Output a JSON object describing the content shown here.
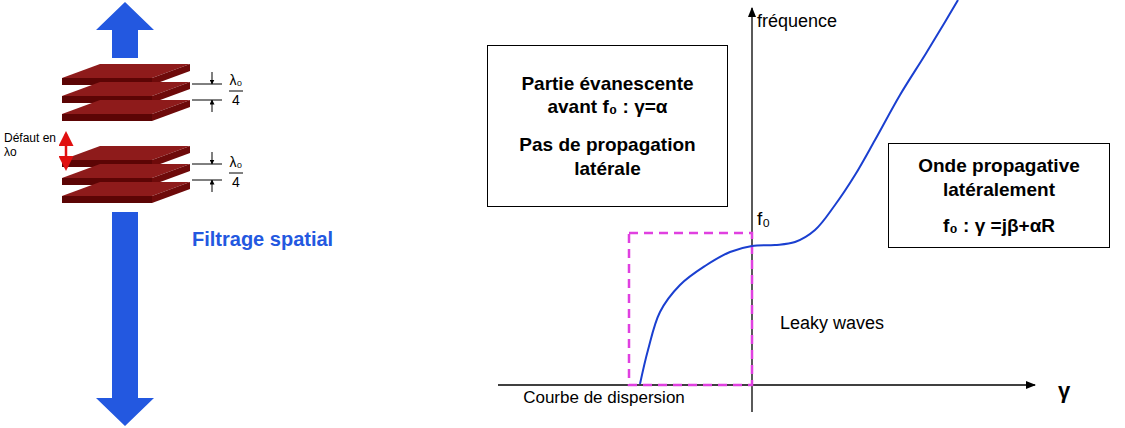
{
  "diagram": {
    "nodes": [
      {
        "text": [
          "Partie évanescente avant f₀ : γ=α",
          "Pas de propagation latérale"
        ]
      },
      {
        "text": [
          "Onde propagative latéralement",
          "f₀ : γ =jβ+αR"
        ]
      }
    ],
    "labels": [
      "λ₀",
      "4",
      "λ₀",
      "4",
      "Défaut en λo",
      "Filtrage spatial",
      "fréquence",
      "f₀",
      "Leaky waves",
      "Courbe de dispersion",
      "γ"
    ]
  }
}
